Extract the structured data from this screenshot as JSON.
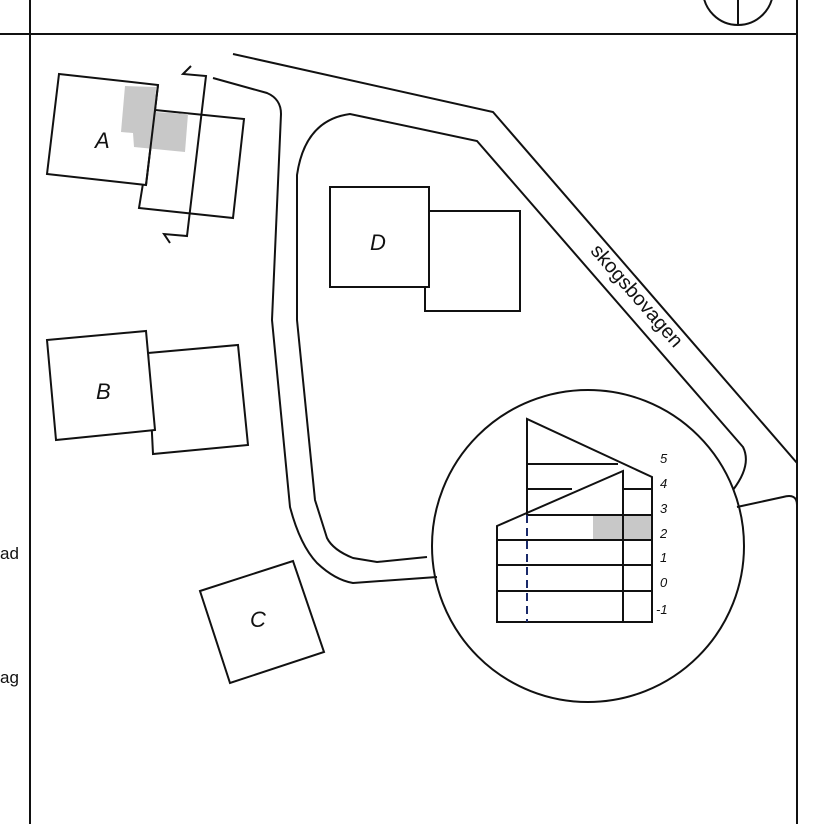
{
  "left_margin_text": [
    "ad",
    "ag"
  ],
  "street_name": "skogsbovagen",
  "buildings": [
    {
      "label": "A",
      "highlighted": true
    },
    {
      "label": "B"
    },
    {
      "label": "C"
    },
    {
      "label": "D"
    }
  ],
  "section_detail": {
    "levels": [
      "5",
      "4",
      "3",
      "2",
      "1",
      "0",
      "-1"
    ],
    "highlighted_level": "2",
    "highlight_color": "#c8c8c8"
  },
  "compass": "north-arrow-icon"
}
